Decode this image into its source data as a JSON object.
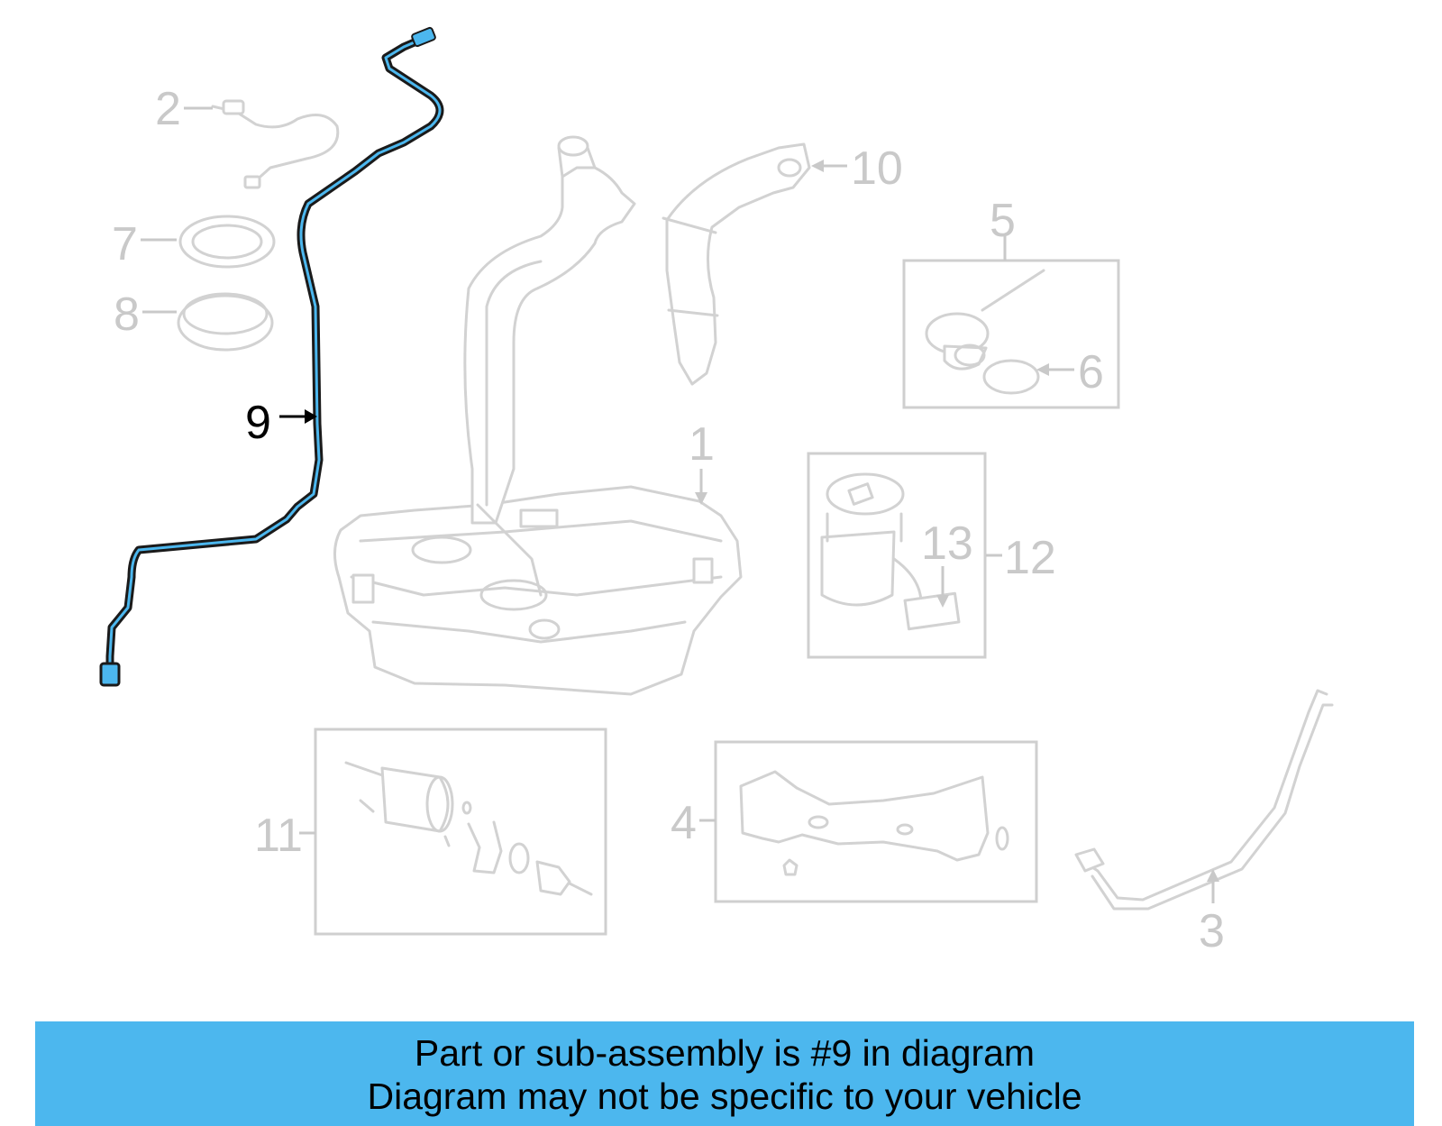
{
  "labels": {
    "1": "1",
    "2": "2",
    "3": "3",
    "4": "4",
    "5": "5",
    "6": "6",
    "7": "7",
    "8": "8",
    "9": "9",
    "10": "10",
    "11": "11",
    "12": "12",
    "13": "13"
  },
  "highlighted_part": "9",
  "colors": {
    "highlight_line": "#4cb7ee",
    "banner": "#4cb7ee",
    "parts": "#d2d2d2",
    "label_text": "#c9c9c9"
  },
  "banner": {
    "line1": "Part or sub-assembly is #9 in diagram",
    "line2": "Diagram may not be specific to your vehicle"
  }
}
